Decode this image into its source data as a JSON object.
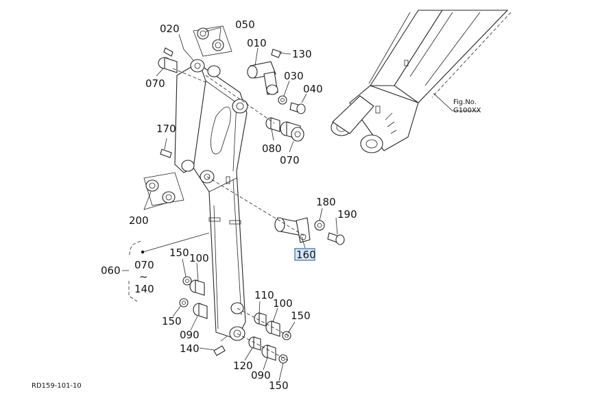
{
  "diagram": {
    "labels": {
      "l010": "010",
      "l020": "020",
      "l030": "030",
      "l040": "040",
      "l050": "050",
      "l070a": "070",
      "l070b": "070",
      "l070c": "070",
      "l080": "080",
      "l090a": "090",
      "l090b": "090",
      "l100a": "100",
      "l100b": "100",
      "l110": "110",
      "l120": "120",
      "l130": "130",
      "l140a": "140",
      "l140b": "140",
      "l150a": "150",
      "l150b": "150",
      "l150c": "150",
      "l150d": "150",
      "l160": "160",
      "l170": "170",
      "l180": "180",
      "l190": "190",
      "l200": "200",
      "l060": "060",
      "tilde": "~"
    },
    "fig_ref": {
      "line1": "Fig.No.",
      "line2": "G100XX"
    },
    "drawing_code": "RD159-101-10",
    "highlighted_part": "160"
  }
}
